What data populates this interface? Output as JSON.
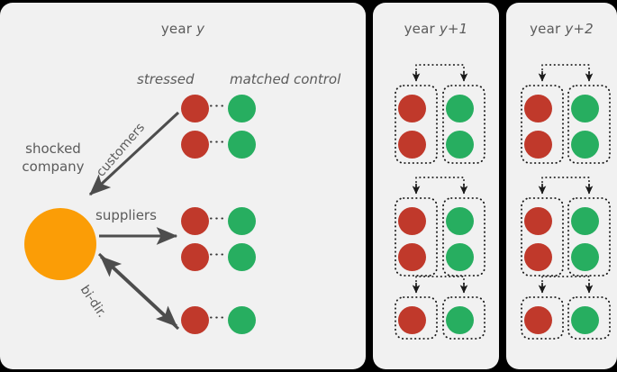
{
  "figure": {
    "background": "#F1F1F1",
    "text_color": "#5B5B5B",
    "colors": {
      "stressed_red": "#C0392B",
      "control_green": "#27AE60",
      "shocked_orange": "#FB9D06",
      "arrow_gray": "#4D4D4D",
      "dotted_black": "#1A1A1A"
    }
  },
  "panels": [
    {
      "id": "year-y",
      "title_prefix": "year ",
      "title_italic": "y",
      "column_labels": {
        "left": "stressed",
        "right": "matched control"
      },
      "node_label": "shocked\ncompany",
      "node_label_line1": "shocked",
      "node_label_line2": "company",
      "edge_labels": {
        "customers": "customers",
        "suppliers": "suppliers",
        "bidir": "bi-dir."
      },
      "groups": [
        {
          "relation": "customers",
          "pairs": 2
        },
        {
          "relation": "suppliers",
          "pairs": 2
        },
        {
          "relation": "bi-dir.",
          "pairs": 1
        }
      ]
    },
    {
      "id": "year-y1",
      "title_prefix": "year ",
      "title_italic": "y+1",
      "groups": [
        {
          "pairs": 2
        },
        {
          "pairs": 2
        },
        {
          "pairs": 1
        }
      ]
    },
    {
      "id": "year-y2",
      "title_prefix": "year ",
      "title_italic": "y+2",
      "groups": [
        {
          "pairs": 2
        },
        {
          "pairs": 2
        },
        {
          "pairs": 1
        }
      ]
    }
  ]
}
